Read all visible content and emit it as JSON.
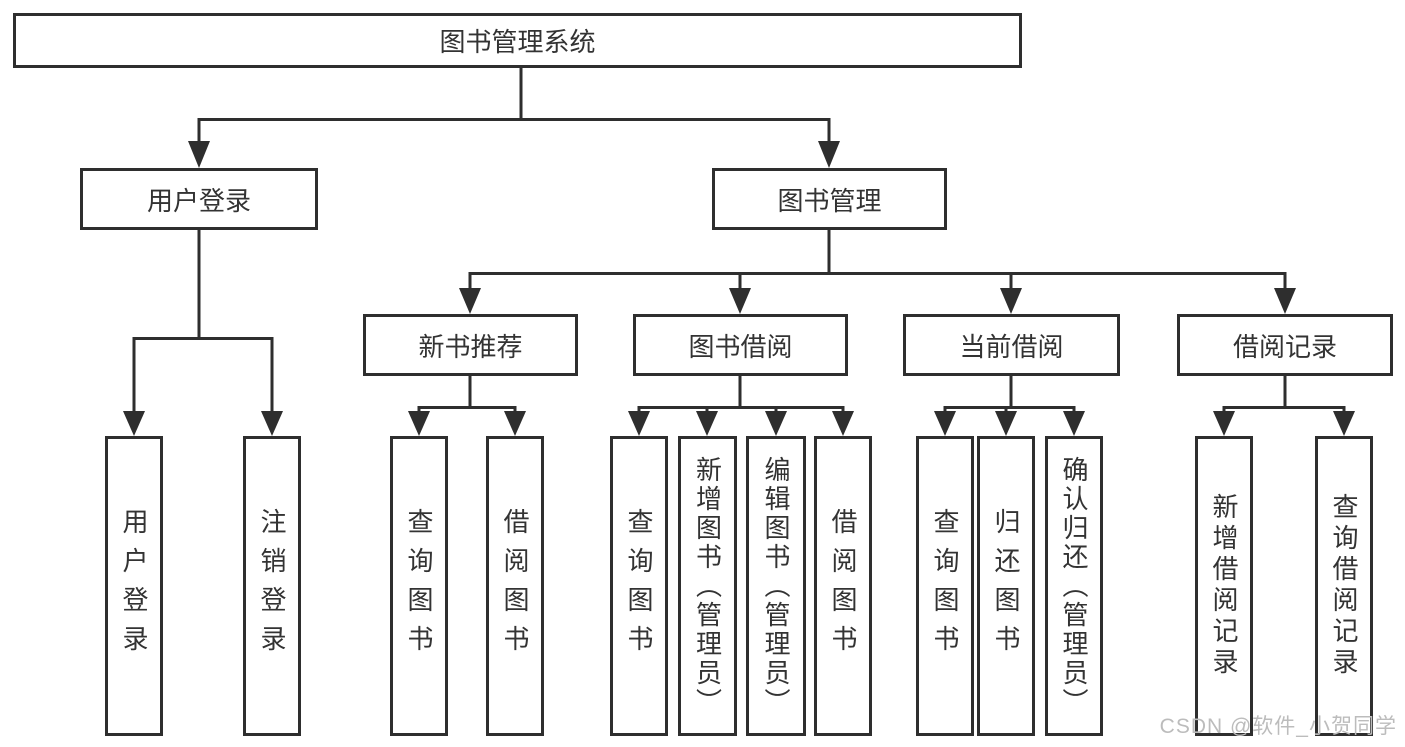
{
  "diagram": {
    "root": {
      "label": "图书管理系统"
    },
    "branches": [
      {
        "label": "用户登录",
        "children": [
          {
            "label": "用户登录"
          },
          {
            "label": "注销登录"
          }
        ]
      },
      {
        "label": "图书管理",
        "children": [
          {
            "label": "新书推荐",
            "children": [
              {
                "label": "查询图书"
              },
              {
                "label": "借阅图书"
              }
            ]
          },
          {
            "label": "图书借阅",
            "children": [
              {
                "label": "查询图书"
              },
              {
                "label": "新增图书（管理员）"
              },
              {
                "label": "编辑图书（管理员）"
              },
              {
                "label": "借阅图书"
              }
            ]
          },
          {
            "label": "当前借阅",
            "children": [
              {
                "label": "查询图书"
              },
              {
                "label": "归还图书"
              },
              {
                "label": "确认归还（管理员）"
              }
            ]
          },
          {
            "label": "借阅记录",
            "children": [
              {
                "label": "新增借阅记录"
              },
              {
                "label": "查询借阅记录"
              }
            ]
          }
        ]
      }
    ]
  },
  "watermark": {
    "text": "CSDN @软件_小贺同学"
  },
  "colors": {
    "line": "#2e2e2e",
    "box_text": "#333333",
    "watermark": "#bcbcbc",
    "background": "#ffffff"
  }
}
